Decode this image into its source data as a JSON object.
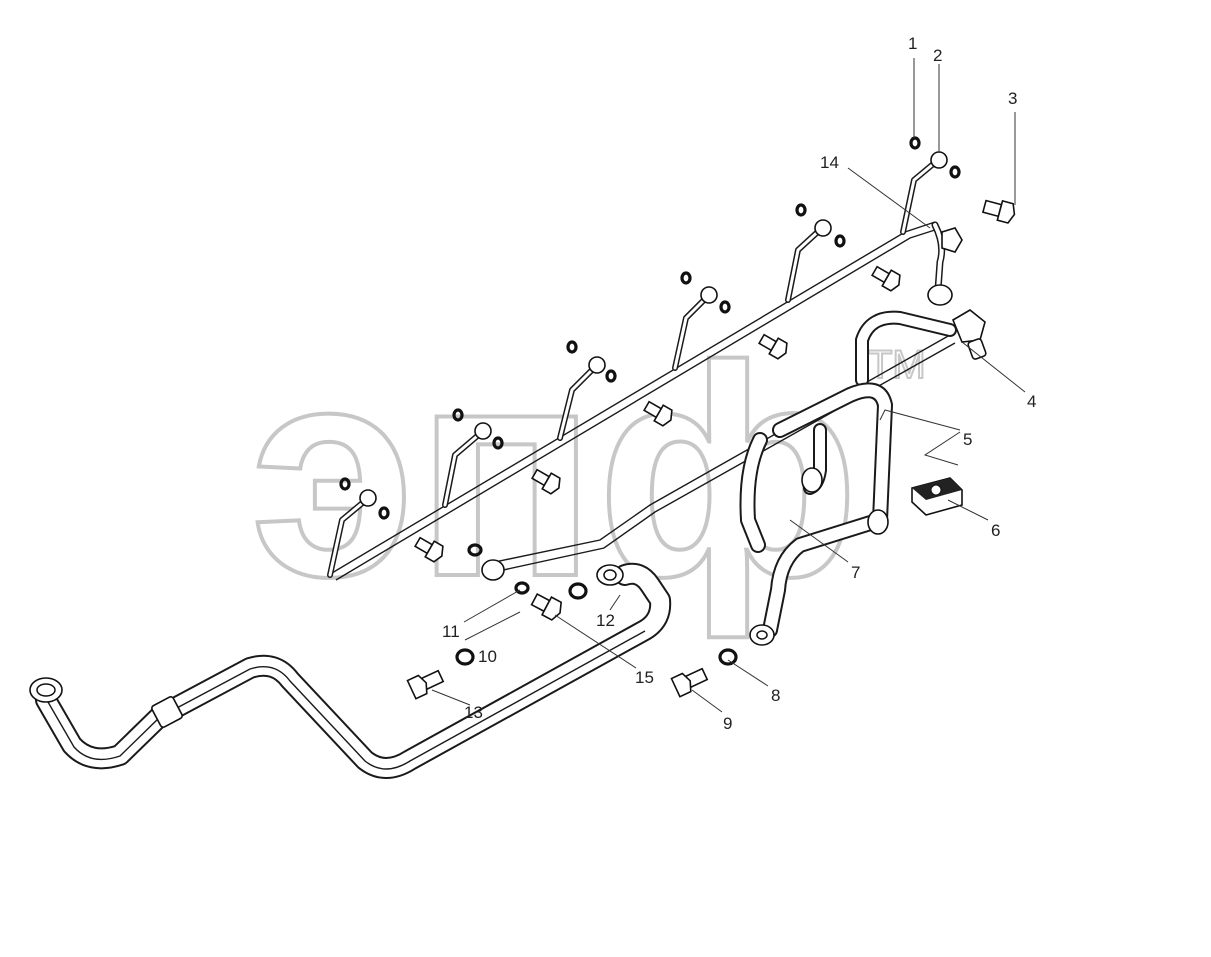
{
  "watermark": {
    "text": "эпф",
    "tm": "TM"
  },
  "callouts": [
    "1",
    "2",
    "3",
    "4",
    "5",
    "6",
    "7",
    "8",
    "9",
    "10",
    "11",
    "12",
    "13",
    "14",
    "15"
  ]
}
